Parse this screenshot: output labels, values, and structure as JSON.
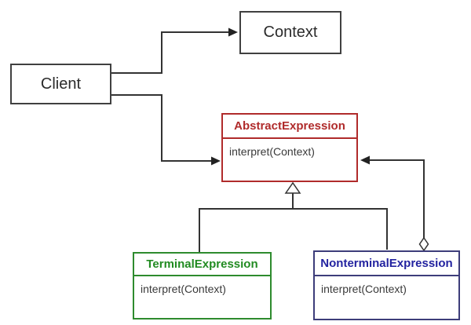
{
  "diagram": {
    "kind": "uml-class-diagram",
    "pattern": "Interpreter",
    "background": "#ffffff"
  },
  "colors": {
    "line": "#333333",
    "neutral_border": "#404040",
    "abstract_accent": "#b02b2b",
    "terminal_accent": "#228b22",
    "nonterminal_accent": "#2323a0",
    "method_text": "#3a3a3a"
  },
  "nodes": {
    "client": {
      "label": "Client"
    },
    "context": {
      "label": "Context"
    },
    "abstract_expression": {
      "title": "AbstractExpression",
      "method": "interpret(Context)"
    },
    "terminal_expression": {
      "title": "TerminalExpression",
      "method": "interpret(Context)"
    },
    "nonterminal_expression": {
      "title": "NonterminalExpression",
      "method": "interpret(Context)"
    }
  },
  "relations": [
    {
      "name": "client-to-context",
      "type": "directed-association",
      "from": "Client",
      "to": "Context"
    },
    {
      "name": "client-to-abstract-expression",
      "type": "directed-association",
      "from": "Client",
      "to": "AbstractExpression"
    },
    {
      "name": "terminal-extends-abstract",
      "type": "generalization",
      "from": "TerminalExpression",
      "to": "AbstractExpression"
    },
    {
      "name": "nonterminal-extends-abstract",
      "type": "generalization",
      "from": "NonterminalExpression",
      "to": "AbstractExpression"
    },
    {
      "name": "nonterminal-aggregates-abstract",
      "type": "aggregation",
      "from": "NonterminalExpression",
      "to": "AbstractExpression"
    }
  ]
}
